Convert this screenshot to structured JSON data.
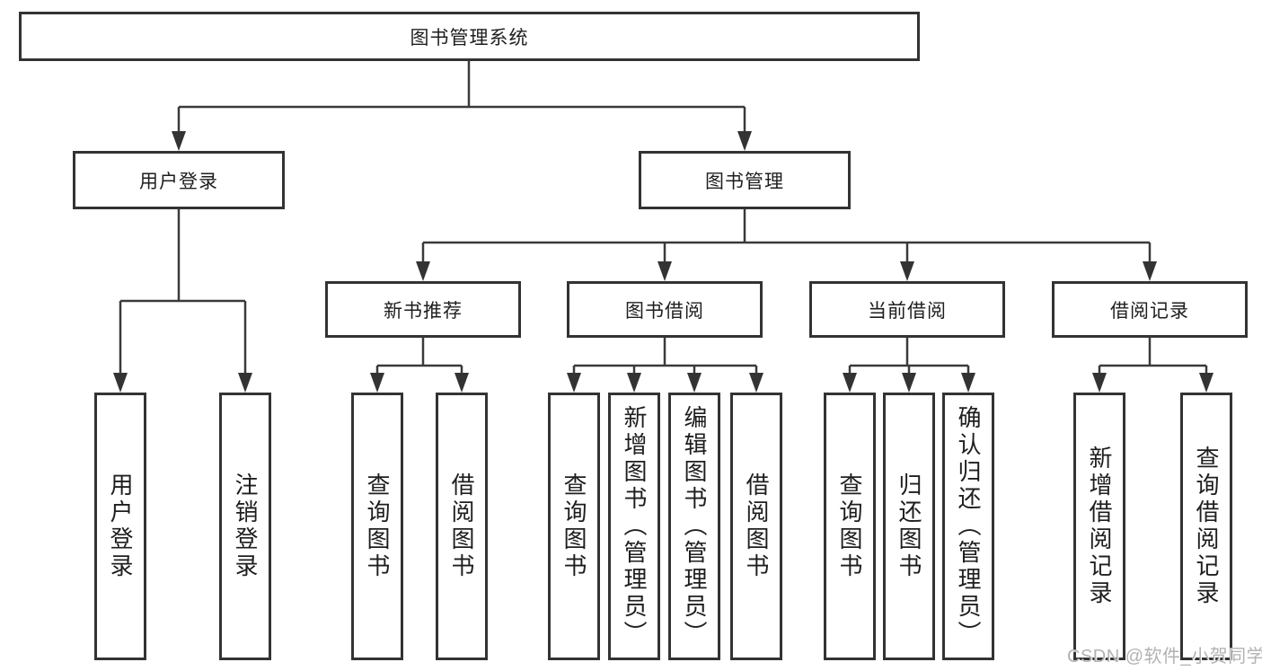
{
  "tree": {
    "label": "图书管理系统",
    "children": [
      {
        "label": "用户登录",
        "children": [
          {
            "label": "用户登录"
          },
          {
            "label": "注销登录"
          }
        ]
      },
      {
        "label": "图书管理",
        "children": [
          {
            "label": "新书推荐",
            "children": [
              {
                "label": "查询图书"
              },
              {
                "label": "借阅图书"
              }
            ]
          },
          {
            "label": "图书借阅",
            "children": [
              {
                "label": "查询图书"
              },
              {
                "label": "新增图书（管理员）"
              },
              {
                "label": "编辑图书（管理员）"
              },
              {
                "label": "借阅图书"
              }
            ]
          },
          {
            "label": "当前借阅",
            "children": [
              {
                "label": "查询图书"
              },
              {
                "label": "归还图书"
              },
              {
                "label": "确认归还（管理员）"
              }
            ]
          },
          {
            "label": "借阅记录",
            "children": [
              {
                "label": "新增借阅记录"
              },
              {
                "label": "查询借阅记录"
              }
            ]
          }
        ]
      }
    ]
  },
  "watermark": "CSDN @软件_小贺同学",
  "colors": {
    "line": "#3a3a3a",
    "border": "#333333",
    "text": "#1e1e1e",
    "watermark": "#b2b2b2",
    "background": "#ffffff"
  }
}
